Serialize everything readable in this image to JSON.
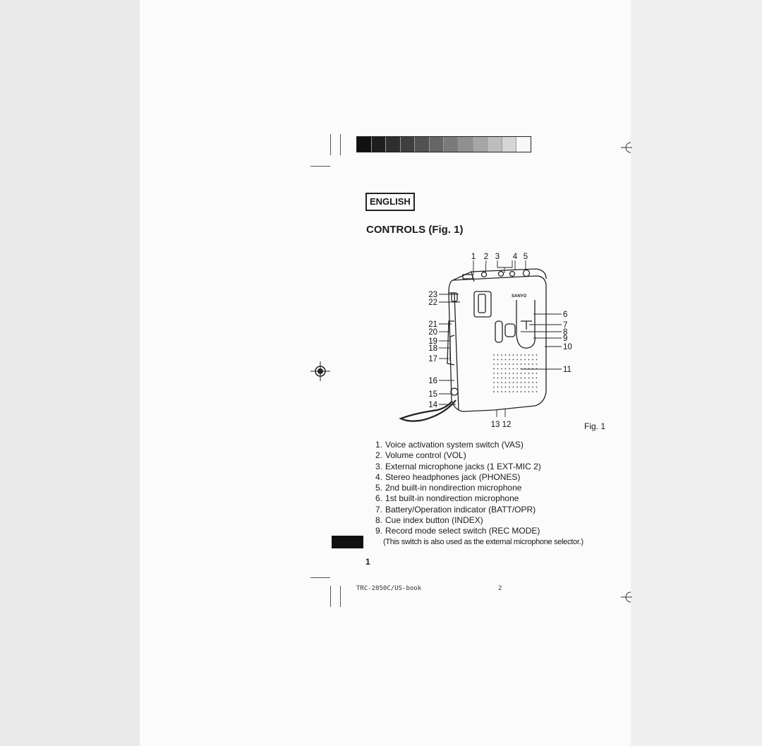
{
  "document": {
    "language_label": "ENGLISH",
    "section_title": "CONTROLS (Fig. 1)",
    "figure_caption": "Fig. 1",
    "brand_on_device": "SANYO",
    "figure_callouts": {
      "top": [
        "1",
        "2",
        "3",
        "4",
        "5"
      ],
      "right": [
        "6",
        "7",
        "8",
        "9",
        "10",
        "11"
      ],
      "left": [
        "23",
        "22",
        "21",
        "20",
        "19",
        "18",
        "17",
        "16",
        "15",
        "14"
      ],
      "bottom": "13 12"
    },
    "controls": [
      {
        "num": "1.",
        "text": "Voice activation system switch (VAS)"
      },
      {
        "num": "2.",
        "text": "Volume control (VOL)"
      },
      {
        "num": "3.",
        "text": "External microphone jacks (1 EXT-MIC 2)"
      },
      {
        "num": "4.",
        "text": "Stereo headphones jack (PHONES)"
      },
      {
        "num": "5.",
        "text": "2nd built-in nondirection microphone"
      },
      {
        "num": "6.",
        "text": "1st built-in nondirection microphone"
      },
      {
        "num": "7.",
        "text": "Battery/Operation indicator (BATT/OPR)"
      },
      {
        "num": "8.",
        "text": "Cue index button (INDEX)"
      },
      {
        "num": "9.",
        "text": "Record mode select switch (REC MODE)"
      }
    ],
    "controls_note": "(This switch is also used as the external microphone selector.)",
    "page_number": "1",
    "footer_file": "TRC-2050C/US-book",
    "footer_page": "2"
  },
  "colors": {
    "calibration_swatches": [
      "#111111",
      "#1e1e1e",
      "#2e2e2e",
      "#3f3f3f",
      "#525252",
      "#666666",
      "#7a7a7a",
      "#8f8f8f",
      "#a6a6a6",
      "#bdbdbd",
      "#d6d6d6",
      "#f8f8f8"
    ]
  }
}
